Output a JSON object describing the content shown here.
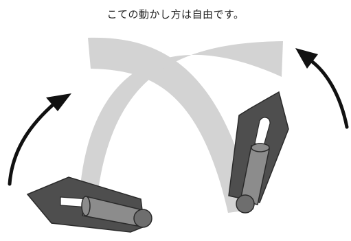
{
  "caption": "こての動かし方は自由です。",
  "colors": {
    "swath": "#d3d3d3",
    "trowel_body": "#4e4e4e",
    "trowel_edge": "#2a2a2a",
    "handle": "#8c8c8c",
    "handle_end": "#6e6e6e",
    "arrow": "#111111"
  },
  "icons": [
    "curved-arrow-left",
    "curved-arrow-right",
    "trowel-left",
    "trowel-right"
  ]
}
